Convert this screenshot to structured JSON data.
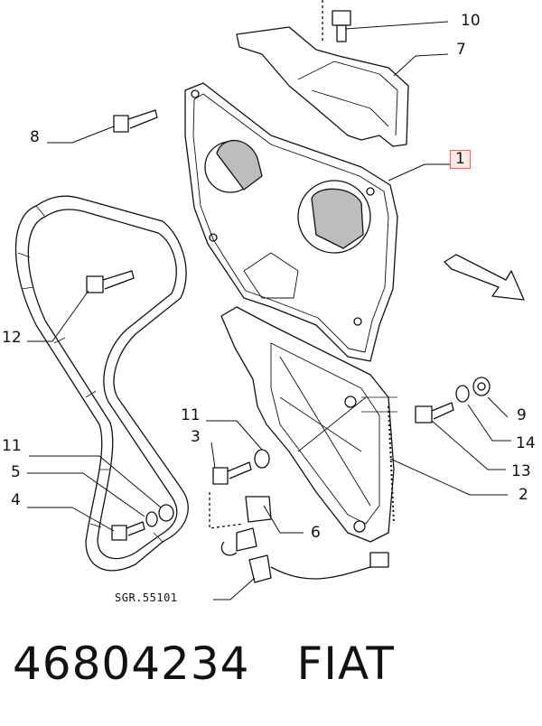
{
  "diagram": {
    "callouts": {
      "c10": "10",
      "c7": "7",
      "c8": "8",
      "c1": "1",
      "c12": "12",
      "c9": "9",
      "c14": "14",
      "c13": "13",
      "c2": "2",
      "c11a": "11",
      "c3": "3",
      "c11b": "11",
      "c5": "5",
      "c4": "4",
      "c6": "6"
    },
    "drawing_code": "SGR.55101"
  },
  "footer": {
    "part_number": "46804234",
    "brand": "FIAT"
  },
  "colors": {
    "line": "#111111",
    "highlight_border": "#e06a6a",
    "highlight_fill": "#fdeaea",
    "shade": "#bdbdbd"
  }
}
